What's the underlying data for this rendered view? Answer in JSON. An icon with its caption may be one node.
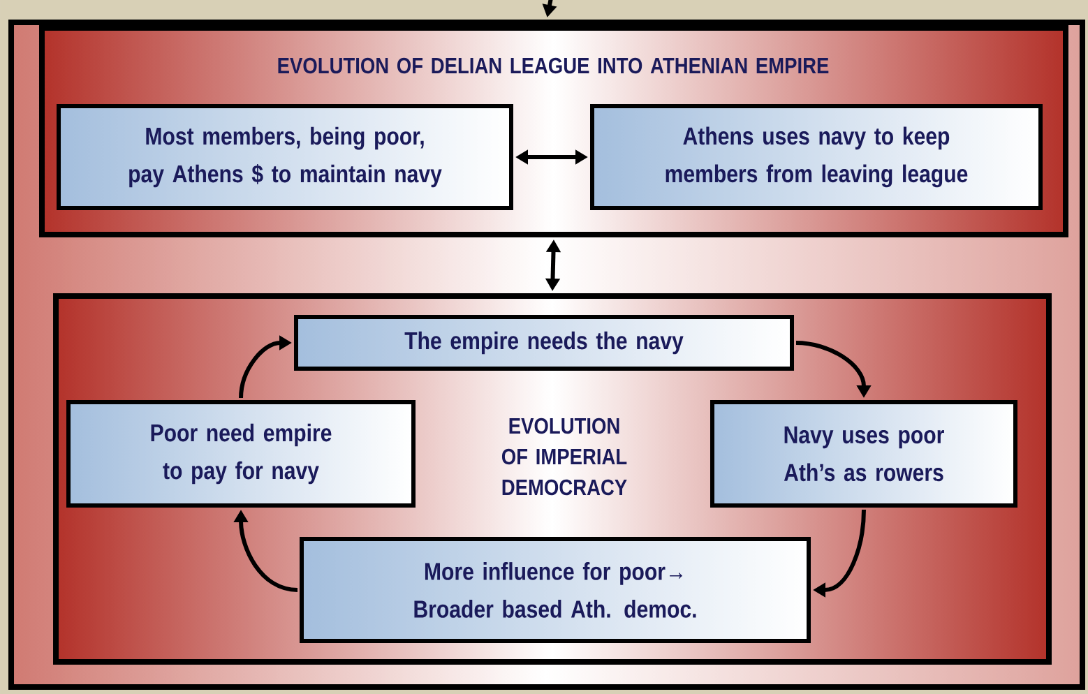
{
  "diagram": {
    "nodes": [
      {
        "text": [],
        "shape": "box"
      },
      {
        "text": [
          "EVOLUTION OF DELIAN LEAGUE INTO ATHENIAN EMPIRE"
        ],
        "in": 0
      },
      {
        "text": [
          "Most members, being poor, pay Athens $ to maintain navy"
        ],
        "in": 1
      },
      {
        "text": [
          "Athens uses navy to keep members from leaving league"
        ],
        "in": 1
      },
      {
        "text": [
          "EVOLUTION OF IMPERIAL DEMOCRACY"
        ],
        "in": 0
      },
      {
        "text": [
          "The empire needs the navy"
        ],
        "in": 4
      },
      {
        "text": [
          "Poor need empire to pay for navy"
        ],
        "in": 4
      },
      {
        "text": [
          "Navy uses poor Ath’s as rowers"
        ],
        "in": 4
      },
      {
        "text": [
          "More influence for poor→ Broader based Ath. democ."
        ],
        "in": 4
      }
    ],
    "edges": [
      {
        "from": null,
        "to": 0,
        "arrow": "to"
      },
      {
        "from": 2,
        "to": 3,
        "arrow": "both"
      },
      {
        "from": 1,
        "to": 4,
        "arrow": "both"
      },
      {
        "from": 5,
        "to": 7,
        "arrow": "to"
      },
      {
        "from": 7,
        "to": 8,
        "arrow": "to"
      },
      {
        "from": 8,
        "to": 6,
        "arrow": "to"
      },
      {
        "from": 6,
        "to": 5,
        "arrow": "to"
      }
    ]
  }
}
